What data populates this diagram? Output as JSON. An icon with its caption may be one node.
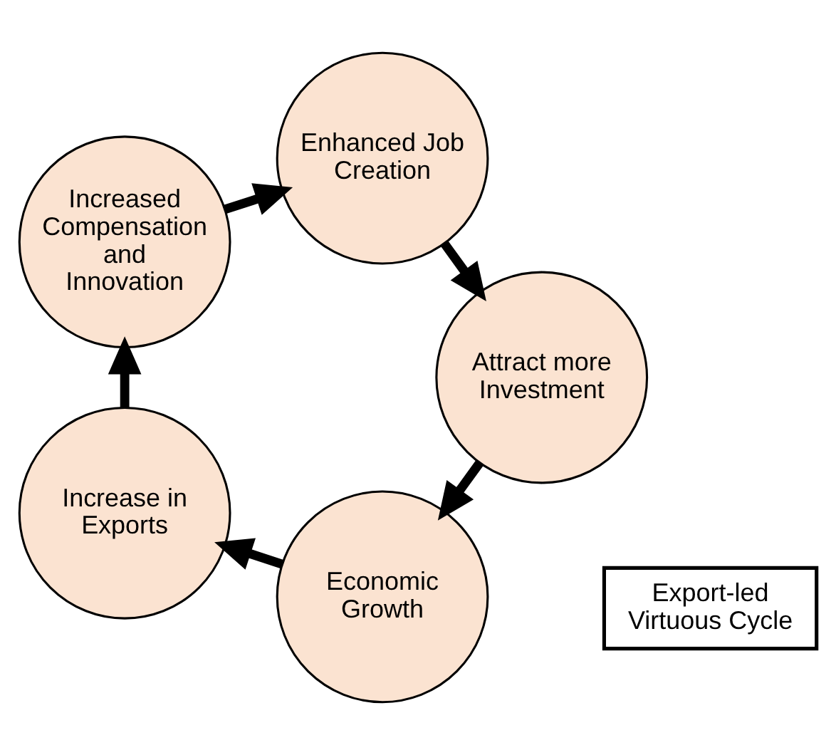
{
  "diagram": {
    "nodes": [
      {
        "text": [
          "Economic Growth"
        ]
      },
      {
        "text": [
          "Increase in Exports"
        ]
      },
      {
        "text": [
          "Increased Compensation and Innovation"
        ]
      },
      {
        "text": [
          "Enhanced Job Creation"
        ]
      },
      {
        "text": [
          "Attract more Investment"
        ]
      },
      {
        "text": [
          "Export-led Virtuous Cycle"
        ]
      }
    ],
    "edges": [
      {
        "from": 0,
        "to": 1,
        "arrow": "to"
      },
      {
        "from": 1,
        "to": 2,
        "arrow": "to"
      },
      {
        "from": 2,
        "to": 3,
        "arrow": "to"
      },
      {
        "from": 3,
        "to": 4,
        "arrow": "to"
      },
      {
        "from": 4,
        "to": 0,
        "arrow": "to"
      }
    ]
  }
}
